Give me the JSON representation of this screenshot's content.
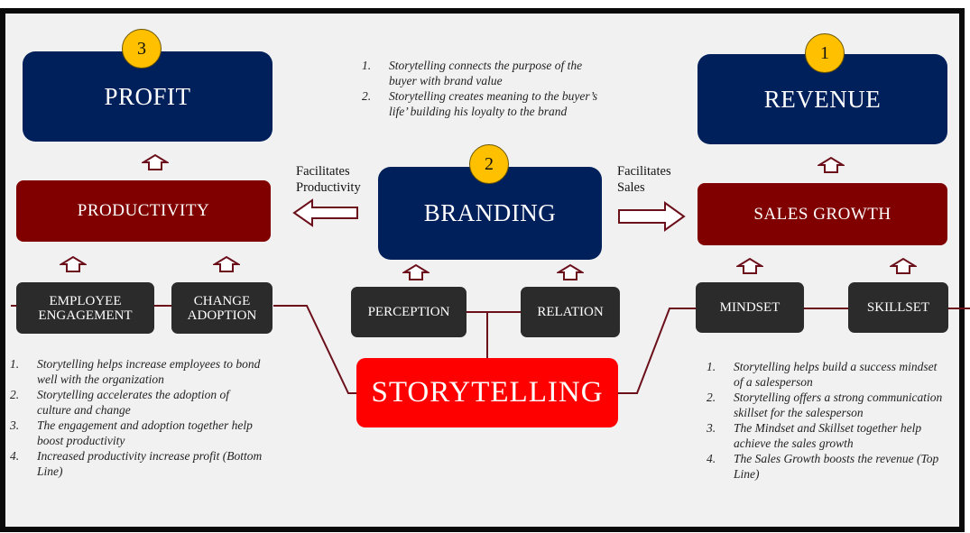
{
  "boxes": {
    "profit": "PROFIT",
    "revenue": "REVENUE",
    "branding": "BRANDING",
    "productivity": "PRODUCTIVITY",
    "sales_growth": "SALES GROWTH",
    "employee_engagement": "EMPLOYEE ENGAGEMENT",
    "change_adoption": "CHANGE ADOPTION",
    "perception": "PERCEPTION",
    "relation": "RELATION",
    "mindset": "MINDSET",
    "skillset": "SKILLSET",
    "storytelling": "STORYTELLING"
  },
  "badges": {
    "revenue": "1",
    "branding": "2",
    "profit": "3"
  },
  "arrow_labels": {
    "productivity_line1": "Facilitates",
    "productivity_line2": "Productivity",
    "sales_line1": "Facilitates",
    "sales_line2": "Sales"
  },
  "branding_notes": [
    {
      "num": "1.",
      "text": "Storytelling connects the purpose of the buyer with brand value"
    },
    {
      "num": "2.",
      "text": "Storytelling creates  meaning to the buyer’s  life’ building his loyalty to the brand"
    }
  ],
  "left_notes": [
    {
      "num": "1.",
      "text": "Storytelling helps increase employees to bond well with the organization"
    },
    {
      "num": "2.",
      "text": "Storytelling accelerates the adoption of culture and change"
    },
    {
      "num": "3.",
      "text": "The engagement and adoption together help boost productivity"
    },
    {
      "num": "4.",
      "text": "Increased productivity increase profit (Bottom Line)"
    }
  ],
  "right_notes": [
    {
      "num": "1.",
      "text": "Storytelling helps build a success mindset of a salesperson"
    },
    {
      "num": "2.",
      "text": "Storytelling offers a strong communication skillset for the salesperson"
    },
    {
      "num": "3.",
      "text": "The Mindset and Skillset together help achieve the sales growth"
    },
    {
      "num": "4.",
      "text": "The Sales Growth boosts the revenue (Top Line)"
    }
  ],
  "colors": {
    "navy": "#00205b",
    "maroon": "#800000",
    "dark": "#2b2b2b",
    "storytelling_red": "#ff0000",
    "badge_gold": "#ffc000",
    "connector": "#6b0f1a"
  }
}
